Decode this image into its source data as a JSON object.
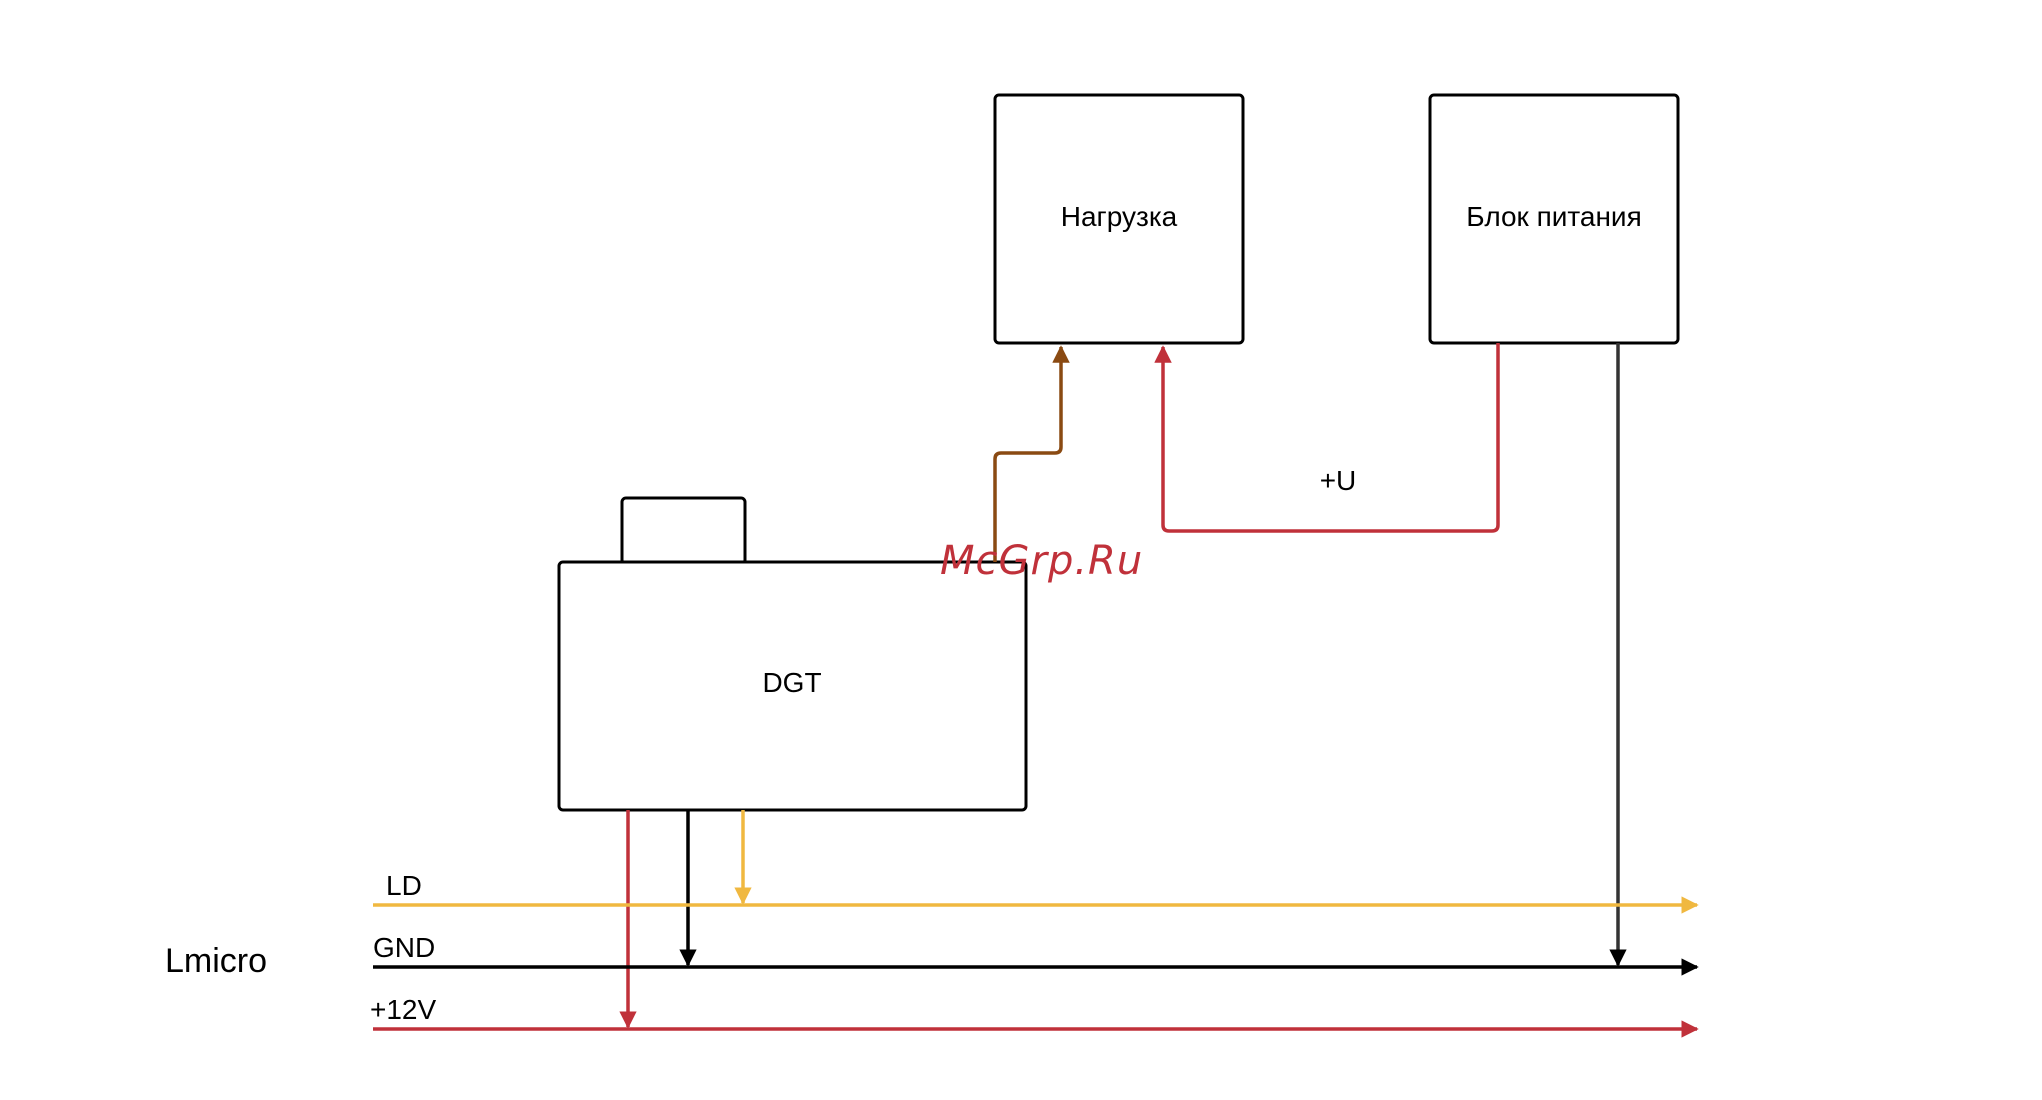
{
  "blocks": {
    "load": "Нагрузка",
    "power_supply": "Блок питания",
    "dgt": "DGT"
  },
  "buses": {
    "group": "Lmicro",
    "ld": "LD",
    "gnd": "GND",
    "v12": "+12V"
  },
  "wires": {
    "supply_voltage": "+U"
  },
  "watermark": "McGrp.Ru",
  "colors": {
    "ld": "#f0b840",
    "gnd": "#000000",
    "v12": "#c0313a",
    "dgt_to_load": "#8a4a12",
    "supply_positive": "#c0313a",
    "supply_ground": "#333333",
    "watermark": "#c0313a"
  }
}
